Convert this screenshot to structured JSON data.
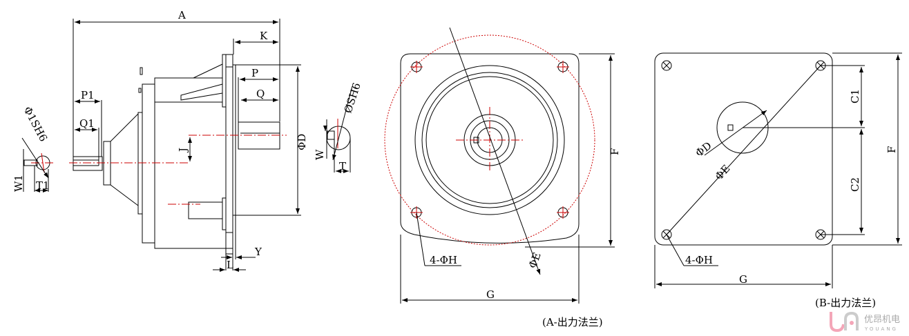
{
  "side_view": {
    "labels": {
      "A": "A",
      "K": "K",
      "P": "P",
      "Q": "Q",
      "P1": "P1",
      "Q1": "Q1",
      "J": "J",
      "D": "ΦD",
      "Y": "Y",
      "L": "L"
    },
    "input_key": {
      "diameter": "Φ1SH6",
      "W1": "W1",
      "T1": "T1"
    },
    "output_key": {
      "diameter": "ØSH6",
      "W": "W",
      "T": "T"
    }
  },
  "flange_a": {
    "F": "F",
    "G": "G",
    "E": "ΦE",
    "H": "4-ΦH",
    "caption": "(A-出力法兰)"
  },
  "flange_b": {
    "F": "F",
    "G": "G",
    "E": "ΦE",
    "D": "ΦD",
    "H": "4-ΦH",
    "C1": "C1",
    "C2": "C2",
    "caption": "(B-出力法兰)"
  },
  "logo": {
    "cn": "优昂机电",
    "en": "YOUANG",
    "colors": {
      "pink": "#f4a6b8",
      "gray": "#aaaaaa"
    }
  }
}
